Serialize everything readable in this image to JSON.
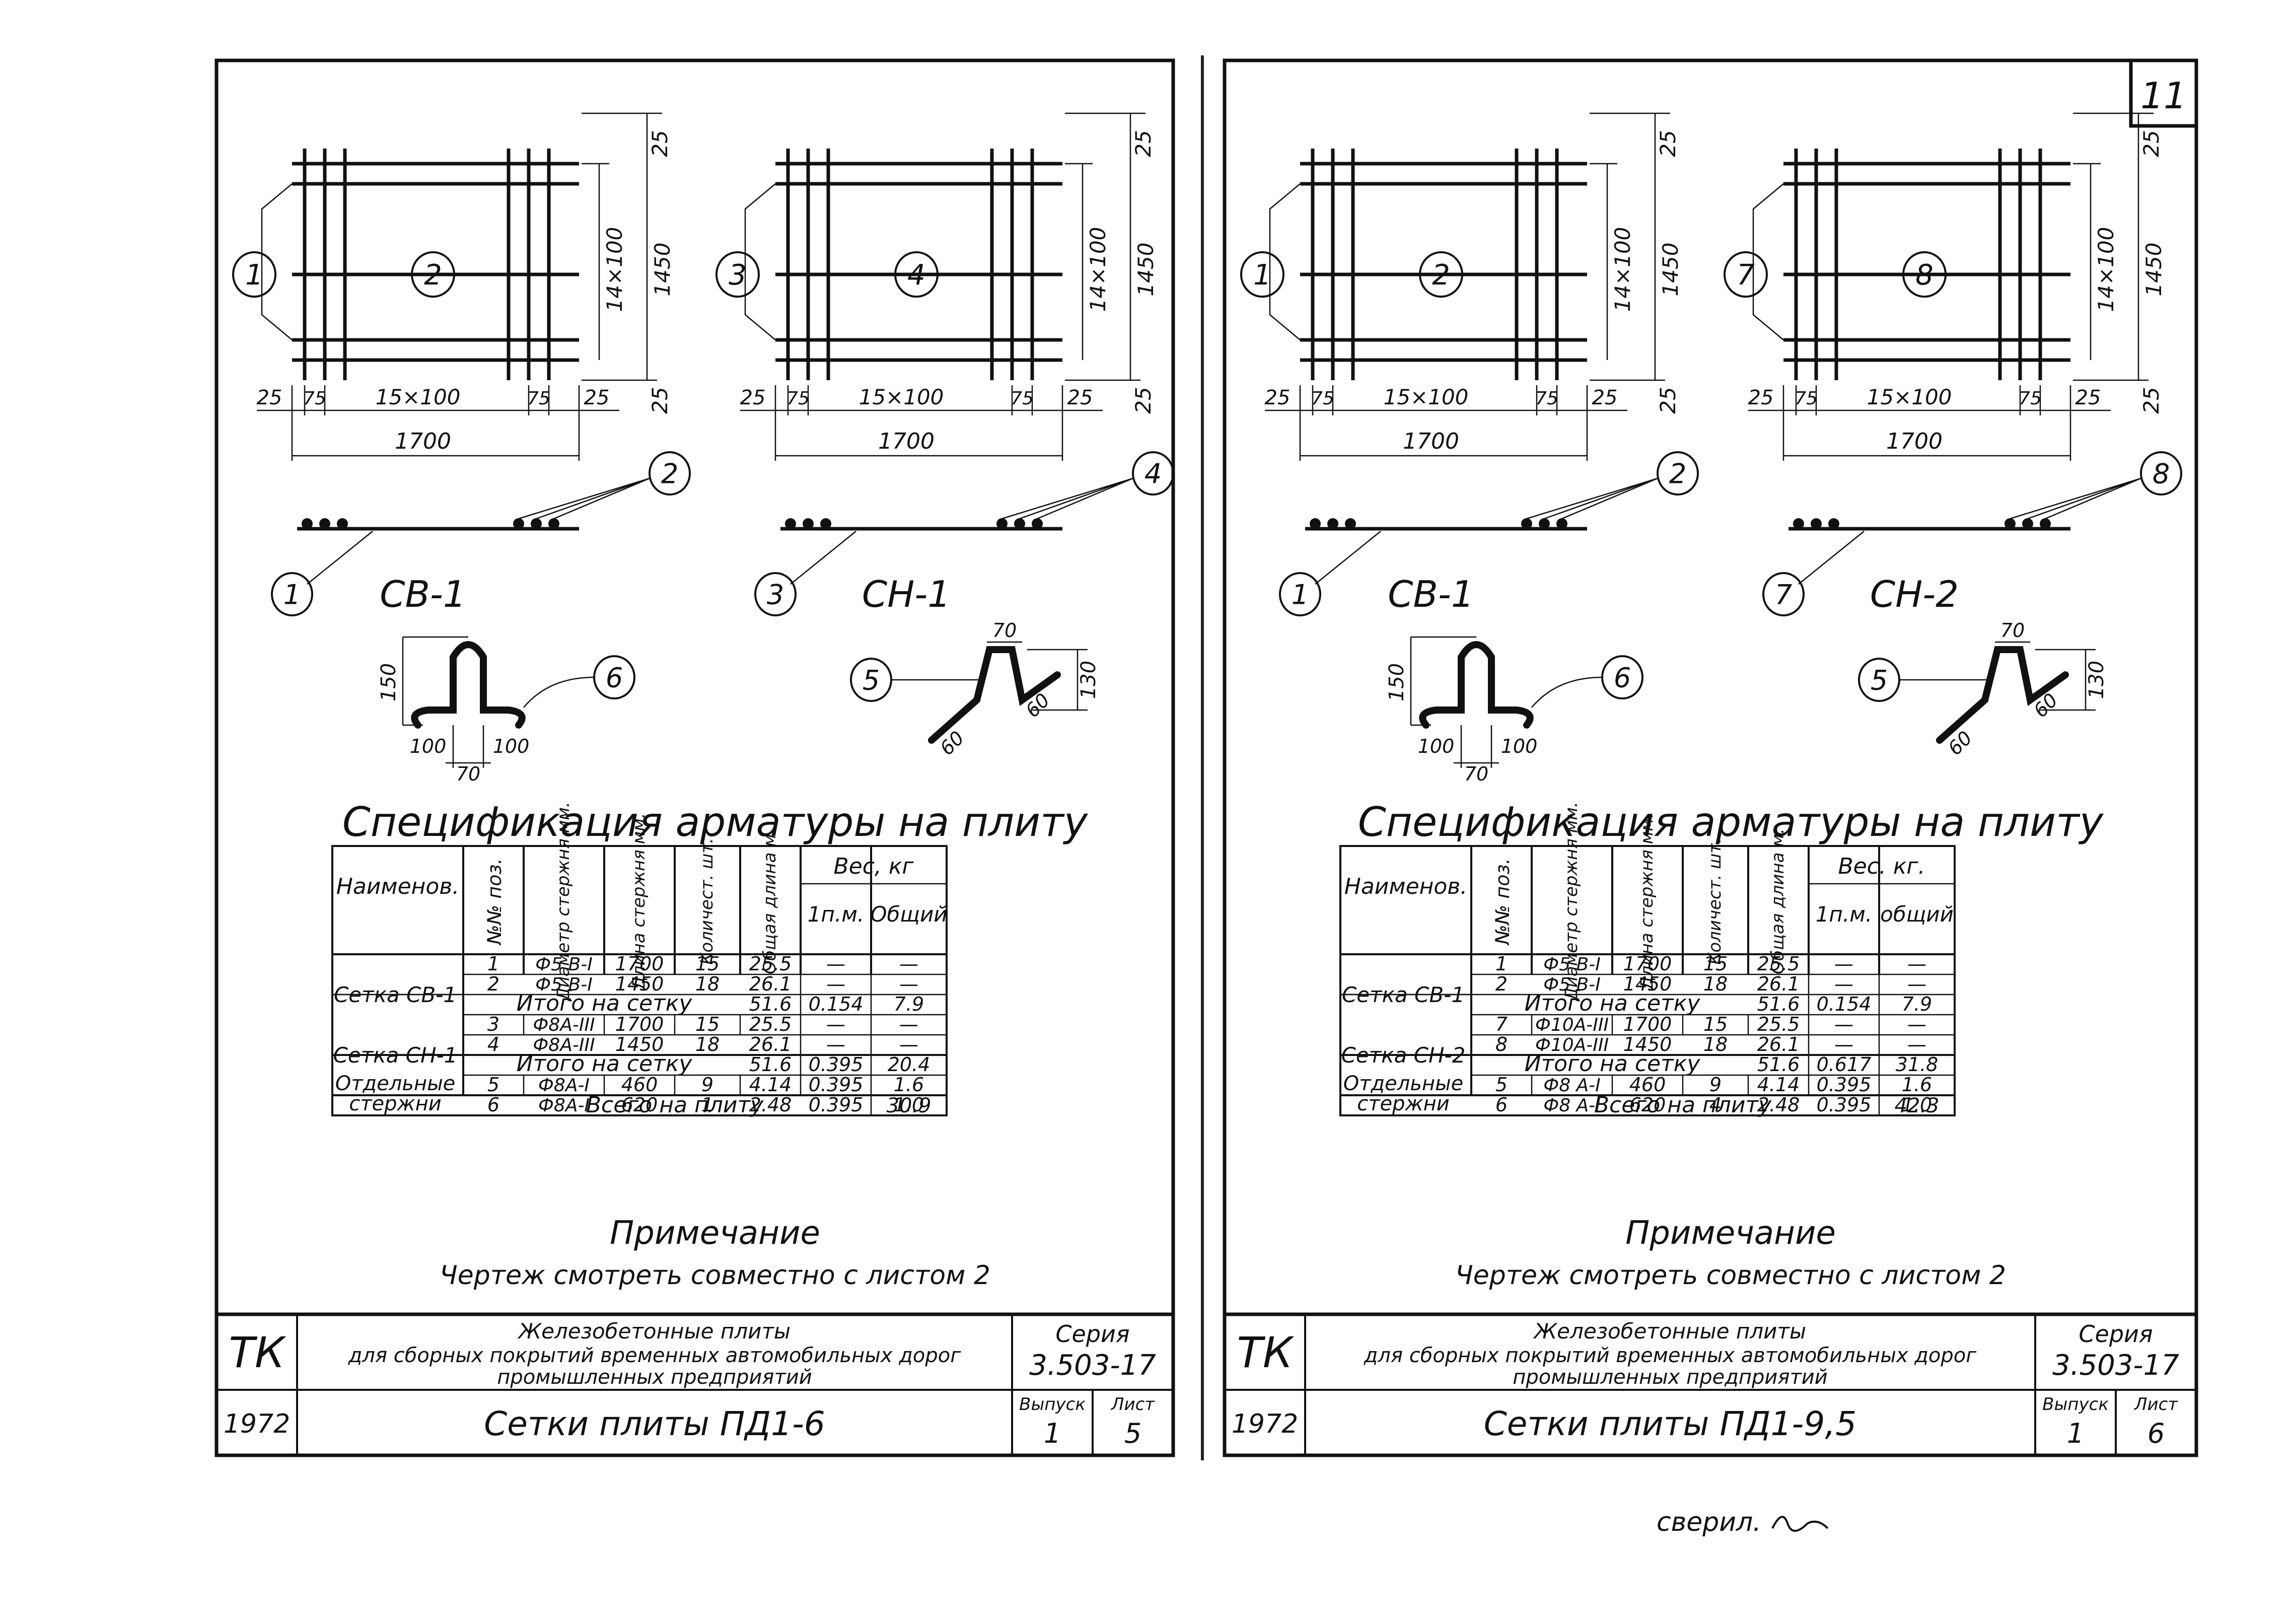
{
  "sheets": [
    {
      "sheet_number": "",
      "mesh_a": {
        "pos1": "1",
        "pos2": "2",
        "dim_top": "25",
        "dim_mid": "14×100",
        "dim_total": "1450",
        "dim_bot": "25",
        "dim_l25": "25",
        "dim_l75": "75",
        "dim_span": "15×100",
        "dim_r75": "75",
        "dim_r25": "25",
        "dim_width": "1700"
      },
      "mesh_b": {
        "pos1": "3",
        "pos2": "4",
        "dim_top": "25",
        "dim_mid": "14×100",
        "dim_total": "1450",
        "dim_bot": "25",
        "dim_l25": "25",
        "dim_l75": "75",
        "dim_span": "15×100",
        "dim_r75": "75",
        "dim_r25": "25",
        "dim_width": "1700"
      },
      "section_a": {
        "pos_rods": "2",
        "pos_bar": "1"
      },
      "section_b": {
        "pos_rods": "4",
        "pos_bar": "3"
      },
      "mesh_a_name": "СВ-1",
      "mesh_b_name": "СН-1",
      "bar6": {
        "pos": "6",
        "height": "150",
        "leg_l": "100",
        "leg_r": "100",
        "width": "70"
      },
      "bar5": {
        "pos": "5",
        "top": "70",
        "height": "130",
        "leg_l": "60",
        "leg_r": "60"
      },
      "spec_title": "Спецификация арматуры на плиту",
      "table": {
        "h_name": "Наименов.",
        "h_pos": "№№ поз.",
        "h_diam": "Диаметр стержня мм.",
        "h_len": "Длина стержня мм.",
        "h_qty": "Количест. шт.",
        "h_total": "Общая длина м.",
        "h_weight": "Вес, кг",
        "h_w1": "1п.м.",
        "h_wt": "Общий",
        "group1": "Сетка СВ-1",
        "group2": "Сетка СН-1",
        "group3a": "Отдельные",
        "group3b": "стержни",
        "rows": [
          {
            "pos": "1",
            "diam": "Ф5 В-I",
            "len": "1700",
            "qty": "15",
            "total": "25.5",
            "w1": "—",
            "wt": "—"
          },
          {
            "pos": "2",
            "diam": "Ф5 В-I",
            "len": "1450",
            "qty": "18",
            "total": "26.1",
            "w1": "—",
            "wt": "—"
          },
          {
            "sub": "Итого на сетку",
            "total": "51.6",
            "w1": "0.154",
            "wt": "7.9"
          },
          {
            "pos": "3",
            "diam": "Ф8А-III",
            "len": "1700",
            "qty": "15",
            "total": "25.5",
            "w1": "—",
            "wt": "—"
          },
          {
            "pos": "4",
            "diam": "Ф8А-III",
            "len": "1450",
            "qty": "18",
            "total": "26.1",
            "w1": "—",
            "wt": "—"
          },
          {
            "sub": "Итого на сетку",
            "total": "51.6",
            "w1": "0.395",
            "wt": "20.4"
          },
          {
            "pos": "5",
            "diam": "Ф8А-I",
            "len": "460",
            "qty": "9",
            "total": "4.14",
            "w1": "0.395",
            "wt": "1.6"
          },
          {
            "pos": "6",
            "diam": "Ф8А-I",
            "len": "620",
            "qty": "1",
            "total": "2.48",
            "w1": "0.395",
            "wt": "1.0"
          }
        ],
        "grand_label": "Всего на плиту",
        "grand_total": "30.9"
      },
      "note_title": "Примечание",
      "note_text": "Чертеж смотреть совместно с листом 2",
      "stamp": {
        "org": "ТК",
        "year": "1972",
        "line1": "Железобетонные плиты",
        "line2": "для сборных покрытий временных автомобильных дорог",
        "line3": "промышленных предприятий",
        "series_label": "Серия",
        "series": "3.503-17",
        "title": "Сетки плиты ПД1-6",
        "issue_label": "Выпуск",
        "issue": "1",
        "sheet_label": "Лист",
        "sheet": "5"
      }
    },
    {
      "sheet_number": "11",
      "mesh_a": {
        "pos1": "1",
        "pos2": "2",
        "dim_top": "25",
        "dim_mid": "14×100",
        "dim_total": "1450",
        "dim_bot": "25",
        "dim_l25": "25",
        "dim_l75": "75",
        "dim_span": "15×100",
        "dim_r75": "75",
        "dim_r25": "25",
        "dim_width": "1700"
      },
      "mesh_b": {
        "pos1": "7",
        "pos2": "8",
        "dim_top": "25",
        "dim_mid": "14×100",
        "dim_total": "1450",
        "dim_bot": "25",
        "dim_l25": "25",
        "dim_l75": "75",
        "dim_span": "15×100",
        "dim_r75": "75",
        "dim_r25": "25",
        "dim_width": "1700"
      },
      "section_a": {
        "pos_rods": "2",
        "pos_bar": "1"
      },
      "section_b": {
        "pos_rods": "8",
        "pos_bar": "7"
      },
      "mesh_a_name": "СВ-1",
      "mesh_b_name": "СН-2",
      "bar6": {
        "pos": "6",
        "height": "150",
        "leg_l": "100",
        "leg_r": "100",
        "width": "70"
      },
      "bar5": {
        "pos": "5",
        "top": "70",
        "height": "130",
        "leg_l": "60",
        "leg_r": "60"
      },
      "spec_title": "Спецификация арматуры на плиту",
      "table": {
        "h_name": "Наименов.",
        "h_pos": "№№ поз.",
        "h_diam": "Диаметр стержня мм.",
        "h_len": "Длина стержня мм.",
        "h_qty": "Количест. шт.",
        "h_total": "Общая длина м.",
        "h_weight": "Вес. кг.",
        "h_w1": "1п.м.",
        "h_wt": "общий",
        "group1": "Сетка СВ-1",
        "group2": "Сетка СН-2",
        "group3a": "Отдельные",
        "group3b": "стержни",
        "rows": [
          {
            "pos": "1",
            "diam": "Ф5 В-I",
            "len": "1700",
            "qty": "15",
            "total": "25.5",
            "w1": "—",
            "wt": "—"
          },
          {
            "pos": "2",
            "diam": "Ф5 В-I",
            "len": "1450",
            "qty": "18",
            "total": "26.1",
            "w1": "—",
            "wt": "—"
          },
          {
            "sub": "Итого на сетку",
            "total": "51.6",
            "w1": "0.154",
            "wt": "7.9"
          },
          {
            "pos": "7",
            "diam": "Ф10А-III",
            "len": "1700",
            "qty": "15",
            "total": "25.5",
            "w1": "—",
            "wt": "—"
          },
          {
            "pos": "8",
            "diam": "Ф10А-III",
            "len": "1450",
            "qty": "18",
            "total": "26.1",
            "w1": "—",
            "wt": "—"
          },
          {
            "sub": "Итого на сетку",
            "total": "51.6",
            "w1": "0.617",
            "wt": "31.8"
          },
          {
            "pos": "5",
            "diam": "Ф8 А-I",
            "len": "460",
            "qty": "9",
            "total": "4.14",
            "w1": "0.395",
            "wt": "1.6"
          },
          {
            "pos": "6",
            "diam": "Ф8 А-I",
            "len": "620",
            "qty": "4",
            "total": "2.48",
            "w1": "0.395",
            "wt": "1.0"
          }
        ],
        "grand_label": "Всего на плиту",
        "grand_total": "42.3"
      },
      "note_title": "Примечание",
      "note_text": "Чертеж смотреть совместно с листом 2",
      "stamp": {
        "org": "ТК",
        "year": "1972",
        "line1": "Железобетонные плиты",
        "line2": "для сборных покрытий временных автомобильных дорог",
        "line3": "промышленных предприятий",
        "series_label": "Серия",
        "series": "3.503-17",
        "title": "Сетки плиты ПД1-9,5",
        "issue_label": "Выпуск",
        "issue": "1",
        "sheet_label": "Лист",
        "sheet": "6"
      }
    }
  ],
  "checked_note": "сверил."
}
